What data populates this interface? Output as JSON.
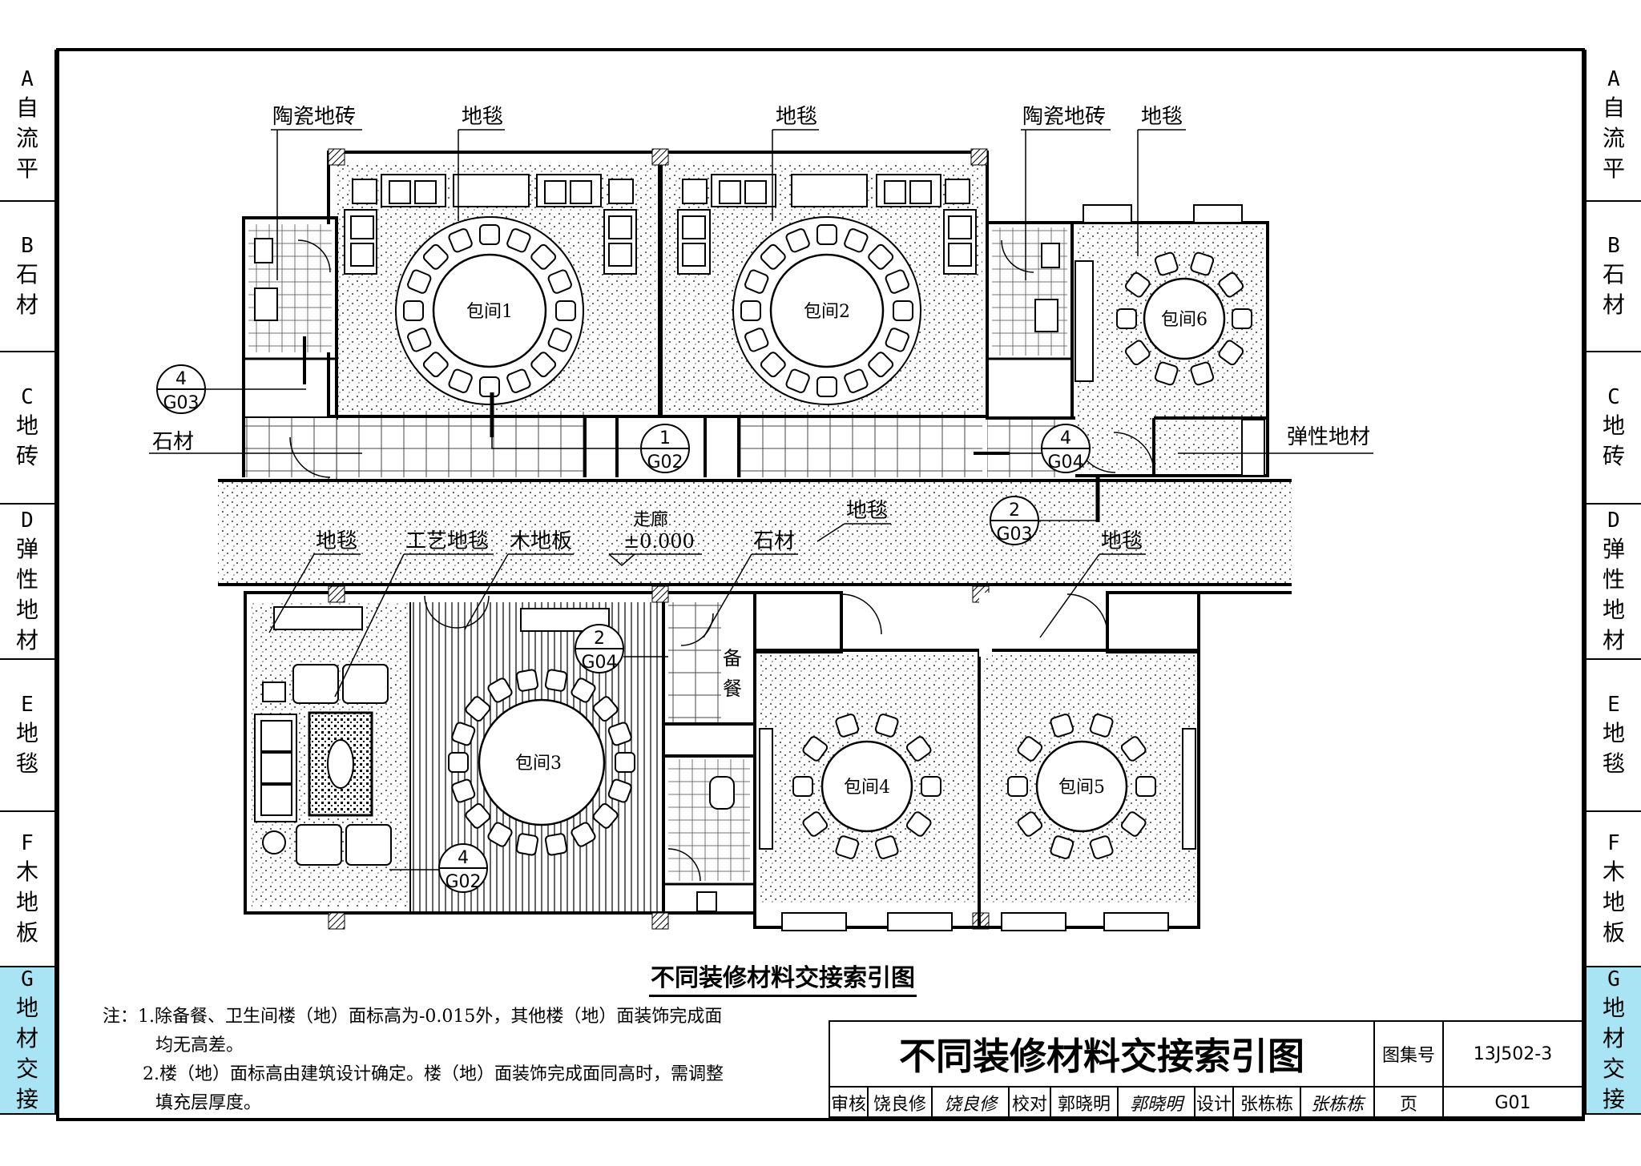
{
  "side_tabs": [
    {
      "letter": "A",
      "label": "自流平",
      "active": false
    },
    {
      "letter": "B",
      "label": "石材",
      "active": false
    },
    {
      "letter": "C",
      "label": "地砖",
      "active": false
    },
    {
      "letter": "D",
      "label": "弹性地材",
      "active": false
    },
    {
      "letter": "E",
      "label": "地毯",
      "active": false
    },
    {
      "letter": "F",
      "label": "木地板",
      "active": false
    },
    {
      "letter": "G",
      "label": "地材交接",
      "active": true
    }
  ],
  "rooms": {
    "r1": "包间1",
    "r2": "包间2",
    "r3": "包间3",
    "r4": "包间4",
    "r5": "包间5",
    "r6": "包间6",
    "prep": "备餐"
  },
  "corridor": {
    "name": "走廊",
    "elevation": "±0.000"
  },
  "labels": {
    "ceramic_1": "陶瓷地砖",
    "carpet_1": "地毯",
    "carpet_2": "地毯",
    "ceramic_2": "陶瓷地砖",
    "carpet_3": "地毯",
    "stone_1": "石材",
    "resilient": "弹性地材",
    "carpet_corr": "地毯",
    "carpet_4": "地毯",
    "art_carpet": "工艺地毯",
    "wood": "木地板",
    "stone_2": "石材",
    "carpet_5": "地毯"
  },
  "callouts": [
    {
      "id": "c1",
      "num": "4",
      "ref": "G03"
    },
    {
      "id": "c2",
      "num": "1",
      "ref": "G02"
    },
    {
      "id": "c3",
      "num": "4",
      "ref": "G04"
    },
    {
      "id": "c4",
      "num": "2",
      "ref": "G03"
    },
    {
      "id": "c5",
      "num": "2",
      "ref": "G04"
    },
    {
      "id": "c6",
      "num": "4",
      "ref": "G02"
    }
  ],
  "drawing_title": "不同装修材料交接索引图",
  "notes": {
    "line1": "注：1.除备餐、卫生间楼（地）面标高为-0.015外，其他楼（地）面装饰完成面",
    "line2": "均无高差。",
    "line3": "2.楼（地）面标高由建筑设计确定。楼（地）面装饰完成面同高时，需调整",
    "line4": "填充层厚度。"
  },
  "title_block": {
    "title": "不同装修材料交接索引图",
    "atlas_label": "图集号",
    "atlas_no": "13J502-3",
    "review_label": "审核",
    "reviewer": "饶良修",
    "reviewer_sig": "饶良修",
    "check_label": "校对",
    "checker": "郭晓明",
    "checker_sig": "郭晓明",
    "design_label": "设计",
    "designer": "张栋栋",
    "designer_sig": "张栋栋",
    "page_label": "页",
    "page_no": "G01"
  }
}
